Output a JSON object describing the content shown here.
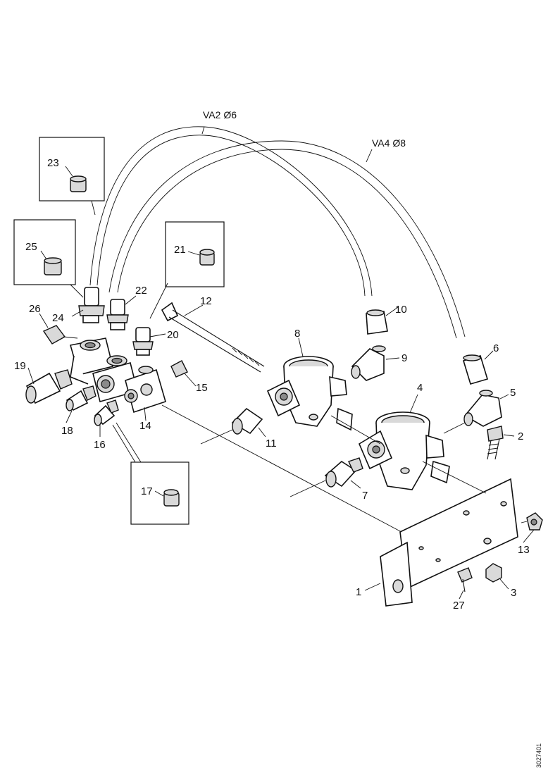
{
  "pipes": [
    {
      "id": "va2",
      "label": "VA2 Ø6"
    },
    {
      "id": "va4",
      "label": "VA4 Ø8"
    }
  ],
  "callouts": {
    "1": "1",
    "2": "2",
    "3": "3",
    "4": "4",
    "5": "5",
    "6": "6",
    "7": "7",
    "8": "8",
    "9": "9",
    "10": "10",
    "11": "11",
    "12": "12",
    "13": "13",
    "14": "14",
    "15": "15",
    "16": "16",
    "17": "17",
    "18": "18",
    "19": "19",
    "20": "20",
    "21": "21",
    "22": "22",
    "23": "23",
    "24": "24",
    "25": "25",
    "26": "26",
    "27": "27"
  },
  "drawing_ref": "3027401"
}
